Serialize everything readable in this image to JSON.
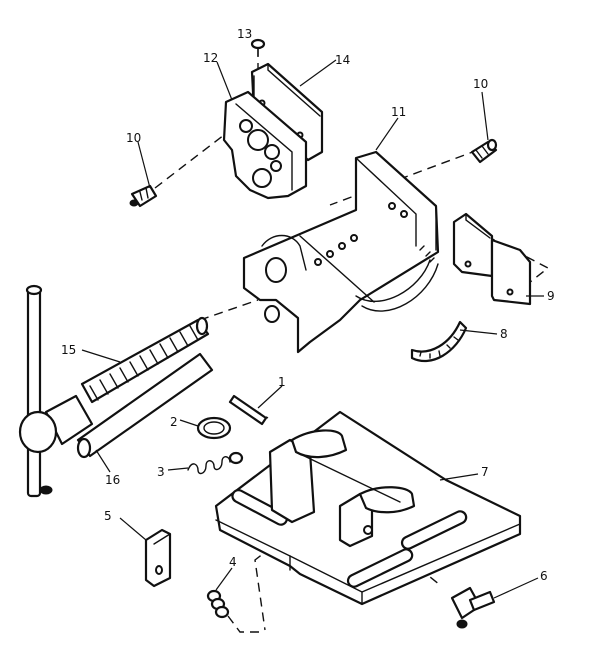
{
  "callouts": [
    {
      "id": "c1",
      "text": "1"
    },
    {
      "id": "c2",
      "text": "2"
    },
    {
      "id": "c3",
      "text": "3"
    },
    {
      "id": "c4",
      "text": "4"
    },
    {
      "id": "c5",
      "text": "5"
    },
    {
      "id": "c6",
      "text": "6"
    },
    {
      "id": "c7",
      "text": "7"
    },
    {
      "id": "c8",
      "text": "8"
    },
    {
      "id": "c9",
      "text": "9"
    },
    {
      "id": "c10a",
      "text": "10"
    },
    {
      "id": "c10b",
      "text": "10"
    },
    {
      "id": "c11",
      "text": "11"
    },
    {
      "id": "c12",
      "text": "12"
    },
    {
      "id": "c13",
      "text": "13"
    },
    {
      "id": "c14",
      "text": "14"
    },
    {
      "id": "c15",
      "text": "15"
    },
    {
      "id": "c16",
      "text": "16"
    }
  ]
}
